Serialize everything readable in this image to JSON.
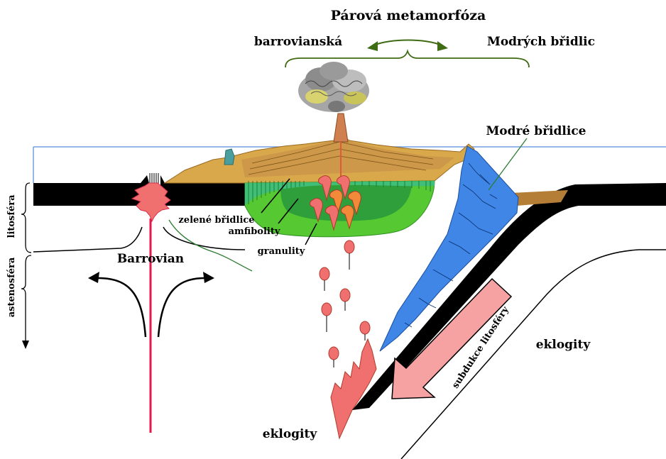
{
  "title": "Párová metamorfóza",
  "labels": {
    "barrovian_facies": "barrovianská",
    "blueschist_facies": "Modrých břidlic",
    "blueschist": "Modré břidlice",
    "greenschist": "zelené břidlice",
    "amphibolite": "amfibolity",
    "granulite": "granulity",
    "barrovian": "Barrovian",
    "eclogite_left": "eklogity",
    "eclogite_right": "eklogity",
    "subduction": "subdukce litosféry",
    "lithosphere": "litosféra",
    "asthenosphere": "astenosféra"
  },
  "colors": {
    "ocean_line": "#6f9fe0",
    "lithosphere": "#000000",
    "blueschist": "#3f86e6",
    "green_light": "#55c832",
    "green_mid": "#2e9f3a",
    "greenschist_band": "#3fbf78",
    "sediment": "#d9a84a",
    "sediment_dark": "#b47e37",
    "magma": "#f07070",
    "granite": "#f28a3a",
    "mantle_line": "#e8174a",
    "subduction_arrow": "#f6a2a2",
    "arrow_dark_green": "#3e6b13"
  }
}
